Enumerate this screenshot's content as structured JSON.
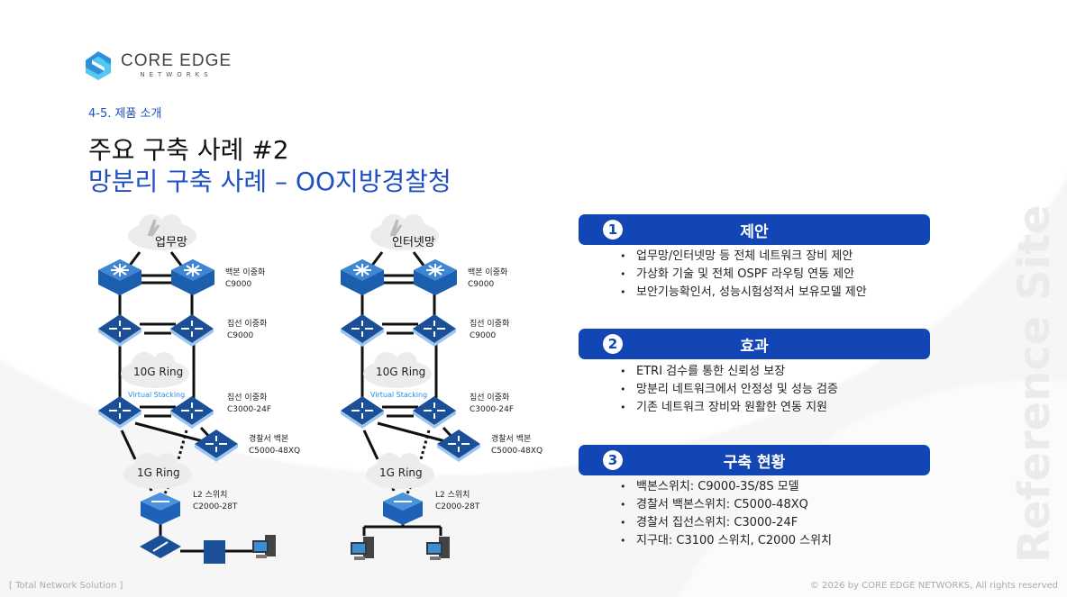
{
  "logo": {
    "name": "CORE EDGE",
    "sub": "NETWORKS"
  },
  "section": "4-5. 제품 소개",
  "title": "주요 구축 사례 #2",
  "subtitle": "망분리 구축 사례 – OO지방경찰청",
  "diagrams": [
    {
      "network": "업무망",
      "backbone": "백본 이중화",
      "backbone_model": "C9000",
      "agg": "집선 이중화",
      "agg_model": "C9000",
      "ring10": "10G Ring",
      "stacking": "Virtual Stacking",
      "agg2": "집선 이중화",
      "agg2_model": "C3000-24F",
      "police": "경찰서 백본",
      "police_model": "C5000-48XQ",
      "ring1": "1G Ring",
      "l2": "L2 스위치",
      "l2_model": "C2000-28T"
    },
    {
      "network": "인터넷망",
      "backbone": "백본 이중화",
      "backbone_model": "C9000",
      "agg": "집선 이중화",
      "agg_model": "C9000",
      "ring10": "10G Ring",
      "stacking": "Virtual Stacking",
      "agg2": "집선 이중화",
      "agg2_model": "C3000-24F",
      "police": "경찰서 백본",
      "police_model": "C5000-48XQ",
      "ring1": "1G Ring",
      "l2": "L2 스위치",
      "l2_model": "C2000-28T"
    }
  ],
  "panels": [
    {
      "num": "1",
      "title": "제안",
      "items": [
        "업무망/인터넷망 등 전체 네트워크 장비 제안",
        "가상화 기술 및 전체 OSPF 라우팅 연동 제안",
        "보안기능확인서, 성능시험성적서 보유모델 제안"
      ]
    },
    {
      "num": "2",
      "title": "효과",
      "items": [
        "ETRI 검수를 통한 신뢰성 보장",
        "망분리 네트워크에서 안정성 및 성능 검증",
        "기존 네트워크 장비와 원활한 연동 지원"
      ]
    },
    {
      "num": "3",
      "title": "구축 현황",
      "items": [
        "백본스위치: C9000-3S/8S 모델",
        "경찰서 백본스위치: C5000-48XQ",
        "경찰서 집선스위치: C3000-24F",
        "지구대: C3100 스위치, C2000 스위치"
      ]
    }
  ],
  "watermark": "Reference Site",
  "footer": {
    "left": "[ Total Network Solution ]",
    "right": "© 2026 by CORE EDGE NETWORKS, All rights reserved"
  },
  "colors": {
    "accent": "#1346b5",
    "title_blue": "#1f4fc1"
  }
}
